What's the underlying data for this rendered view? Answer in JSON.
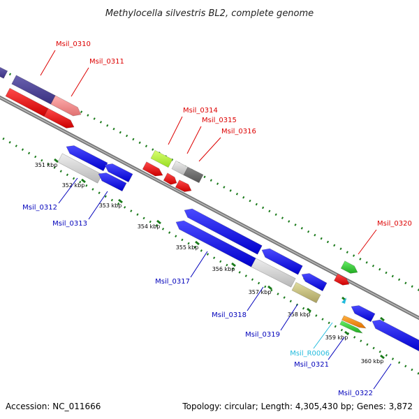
{
  "title": "Methylocella silvestris BL2, complete genome",
  "footer": {
    "accession": "Accession: NC_011666",
    "topology": "Topology: circular; Length: 4,305,430 bp; Genes: 3,872"
  },
  "colors": {
    "backbone": "#888888",
    "tick_dots": "#1a7a1a",
    "forward_label": "#dd0000",
    "reverse_label": "#0000bb",
    "rna_label": "#22bbdd"
  },
  "ticks": [
    {
      "label": "351 kbp"
    },
    {
      "label": "352 kbp"
    },
    {
      "label": "353 kbp"
    },
    {
      "label": "354 kbp"
    },
    {
      "label": "355 kbp"
    },
    {
      "label": "356 kbp"
    },
    {
      "label": "357 kbp"
    },
    {
      "label": "358 kbp"
    },
    {
      "label": "359 kbp"
    },
    {
      "label": "360 kbp"
    }
  ],
  "gene_labels": [
    {
      "name": "Msil_0310",
      "strand": "forward"
    },
    {
      "name": "Msil_0311",
      "strand": "forward"
    },
    {
      "name": "Msil_0314",
      "strand": "forward"
    },
    {
      "name": "Msil_0315",
      "strand": "forward"
    },
    {
      "name": "Msil_0316",
      "strand": "forward"
    },
    {
      "name": "Msil_0320",
      "strand": "forward"
    },
    {
      "name": "Msil_0312",
      "strand": "reverse"
    },
    {
      "name": "Msil_0313",
      "strand": "reverse"
    },
    {
      "name": "Msil_0317",
      "strand": "reverse"
    },
    {
      "name": "Msil_0318",
      "strand": "reverse"
    },
    {
      "name": "Msil_0319",
      "strand": "reverse"
    },
    {
      "name": "Msil_R0006",
      "strand": "rna"
    },
    {
      "name": "Msil_0321",
      "strand": "reverse"
    },
    {
      "name": "Msil_0322",
      "strand": "reverse"
    }
  ]
}
